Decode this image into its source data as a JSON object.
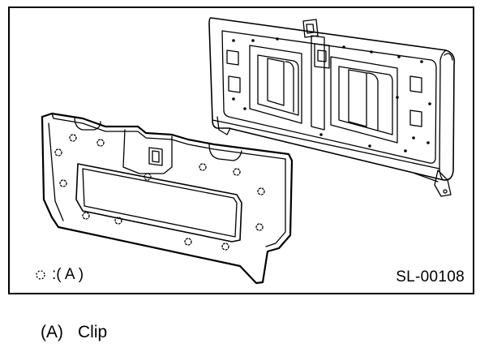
{
  "legend": {
    "marker_label": ":( A )"
  },
  "figure_code": "SL-00108",
  "caption": {
    "letter": "(A)",
    "text": "Clip"
  },
  "icons": {
    "clip_marker": "dashed-circle-icon"
  }
}
